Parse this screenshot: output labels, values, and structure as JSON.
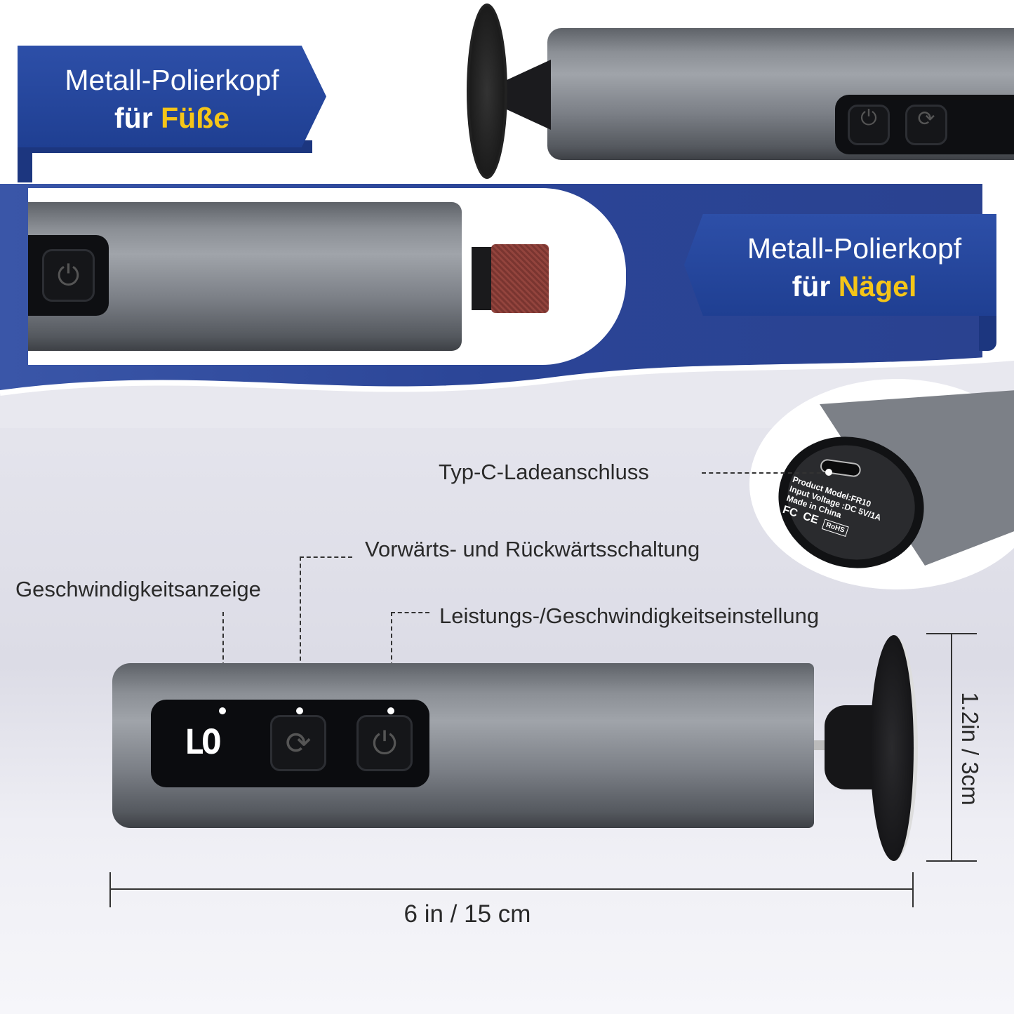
{
  "banner_feet": {
    "line1": "Metall-Polierkopf",
    "prefix": "für",
    "highlight": "Füße"
  },
  "banner_nails": {
    "line1": "Metall-Polierkopf",
    "prefix": "für",
    "highlight": "Nägel"
  },
  "device_label": {
    "model": "Product Model:FR10",
    "voltage": "Input Voltage :DC 5V/1A",
    "origin": "Made in China",
    "certs": [
      "FC",
      "CE",
      "RoHS"
    ]
  },
  "callouts": {
    "port": "Typ-C-Ladeanschluss",
    "direction": "Vorwärts- und Rückwärtsschaltung",
    "speed_display": "Geschwindigkeitsanzeige",
    "power": "Leistungs-/Geschwindigkeitseinstellung"
  },
  "display_value": "LO",
  "dimensions": {
    "height": "1.2in / 3cm",
    "length": "6 in / 15 cm"
  },
  "colors": {
    "brand_blue": "#2b4597",
    "highlight_yellow": "#f5c518"
  }
}
